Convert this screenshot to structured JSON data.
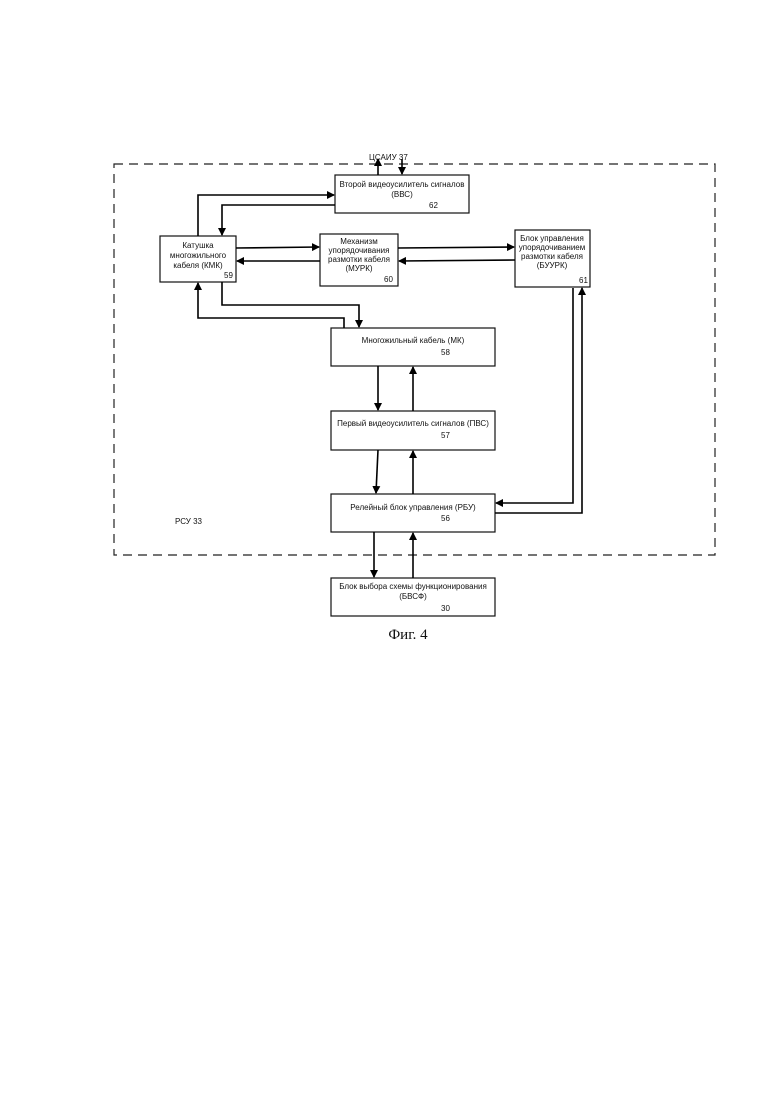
{
  "top_label": "ЦСАИУ 37",
  "region_label": "РСУ 33",
  "caption": "Фиг. 4",
  "blocks": {
    "vvs": {
      "lines": [
        "Второй видеоусилитель сигналов",
        "(ВВС)"
      ],
      "num": "62"
    },
    "kmk": {
      "lines": [
        "Катушка",
        "многожильного",
        "кабеля (КМК)"
      ],
      "num": "59"
    },
    "murk": {
      "lines": [
        "Механизм",
        "упорядочивания",
        "размотки кабеля",
        "(МУРК)"
      ],
      "num": "60"
    },
    "buurk": {
      "lines": [
        "Блок управления",
        "упорядочиванием",
        "размотки кабеля",
        "(БУУРК)"
      ],
      "num": "61"
    },
    "mk": {
      "lines": [
        "Многожильный кабель (МК)"
      ],
      "num": "58"
    },
    "pvs": {
      "lines": [
        "Первый видеоусилитель сигналов (ПВС)"
      ],
      "num": "57"
    },
    "rbu": {
      "lines": [
        "Релейный блок управления (РБУ)"
      ],
      "num": "56"
    },
    "bvsf": {
      "lines": [
        "Блок выбора схемы функционирования",
        "(БВСФ)"
      ],
      "num": "30"
    }
  }
}
